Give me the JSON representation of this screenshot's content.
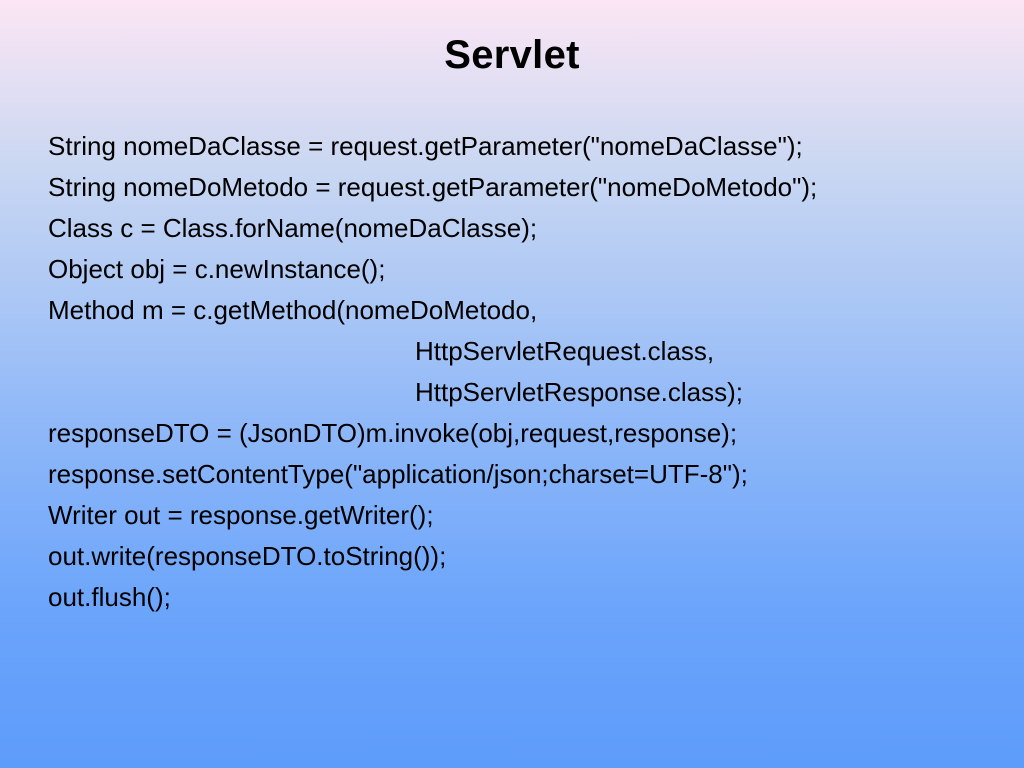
{
  "slide": {
    "title": "Servlet",
    "lines": [
      {
        "text": "String nomeDaClasse = request.getParameter(\"nomeDaClasse\");"
      },
      {
        "text": "String nomeDoMetodo = request.getParameter(\"nomeDoMetodo\");"
      },
      {
        "text": "Class c = Class.forName(nomeDaClasse);"
      },
      {
        "text": "Object obj = c.newInstance();"
      },
      {
        "text": "Method m = c.getMethod(nomeDoMetodo,"
      },
      {
        "text": "HttpServletRequest.class,"
      },
      {
        "text": "HttpServletResponse.class);"
      },
      {
        "text": "responseDTO = (JsonDTO)m.invoke(obj,request,response);"
      },
      {
        "text": "response.setContentType(\"application/json;charset=UTF-8\");"
      },
      {
        "text": "Writer out = response.getWriter();"
      },
      {
        "text": "out.write(responseDTO.toString());"
      },
      {
        "text": "out.flush();"
      }
    ]
  }
}
